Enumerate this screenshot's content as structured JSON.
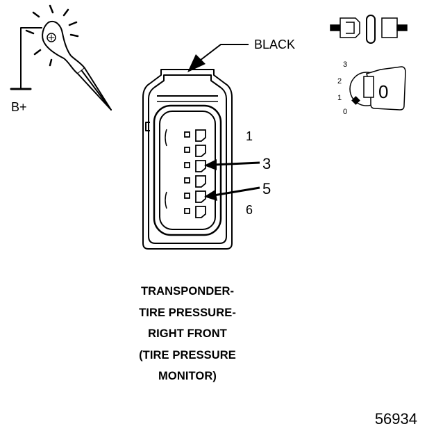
{
  "labels": {
    "supply": "B+",
    "wire_color": "BLACK",
    "pin_first": "1",
    "pin_last": "6",
    "callout_a": "3",
    "callout_b": "5"
  },
  "ignition_positions": [
    "3",
    "2",
    "1",
    "0"
  ],
  "ignition_key_position": "0",
  "caption_lines": [
    "TRANSPONDER-",
    "TIRE PRESSURE-",
    "RIGHT FRONT",
    "(TIRE PRESSURE",
    "MONITOR)"
  ],
  "figure_number": "56934",
  "icons": [
    "test-lamp-probe-icon",
    "disconnect-connector-icon",
    "ignition-key-icon"
  ]
}
